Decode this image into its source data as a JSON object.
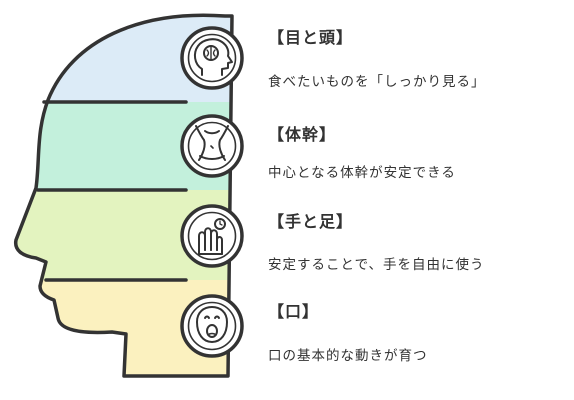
{
  "colors": {
    "outline": "#333333",
    "band_eyes": "#dcebf7",
    "band_trunk": "#c3f0dc",
    "band_hands": "#e3f3bf",
    "band_mouth": "#fbf1bf",
    "text": "#333333"
  },
  "sections": [
    {
      "heading": "【目と頭】",
      "description": "食べたいものを「しっかり見る」",
      "icon": "brain-head-icon"
    },
    {
      "heading": "【体幹】",
      "description": "中心となる体幹が安定できる",
      "icon": "torso-icon"
    },
    {
      "heading": "【手と足】",
      "description": "安定することで、手を自由に使う",
      "icon": "hand-icon"
    },
    {
      "heading": "【口】",
      "description": "口の基本的な動きが育つ",
      "icon": "mouth-face-icon"
    }
  ]
}
